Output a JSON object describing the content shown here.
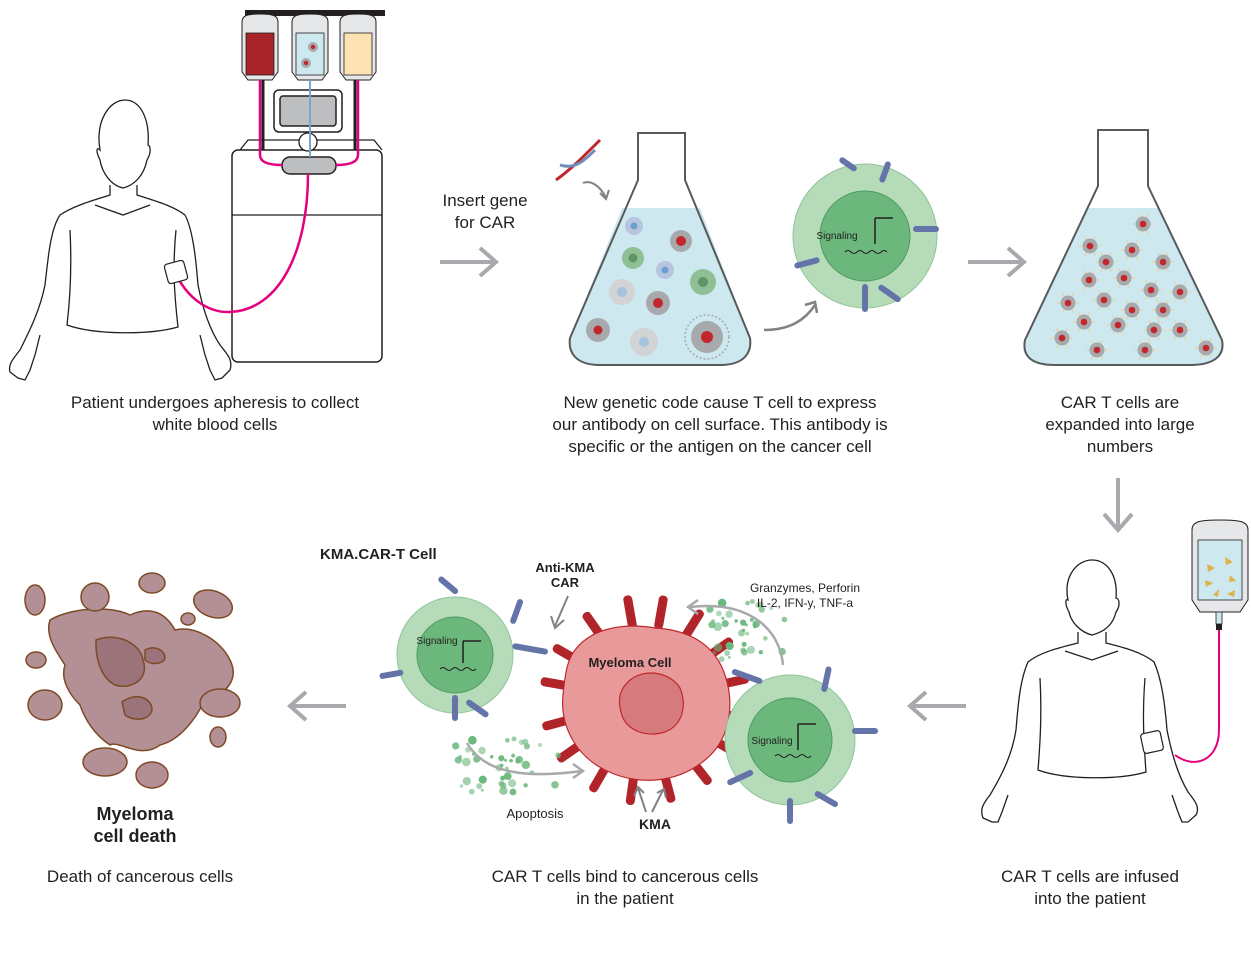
{
  "title": "CAR T-cell therapy process for myeloma",
  "steps": [
    {
      "id": "apheresis",
      "caption": "Patient undergoes apheresis to collect white blood cells"
    },
    {
      "id": "gene-insert",
      "arrow_label_line1": "Insert gene",
      "arrow_label_line2": "for CAR"
    },
    {
      "id": "expression",
      "caption_line1": "New genetic code cause T cell to express",
      "caption_line2": "our antibody on cell surface. This antibody is",
      "caption_line3": "specific or the antigen on the cancer cell"
    },
    {
      "id": "expansion",
      "caption_line1": "CAR T cells are",
      "caption_line2": "expanded into large",
      "caption_line3": "numbers"
    },
    {
      "id": "infusion",
      "caption_line1": "CAR T cells are infused",
      "caption_line2": "into the patient"
    },
    {
      "id": "binding",
      "caption_line1": "CAR T cells bind to cancerous cells",
      "caption_line2": "in the patient"
    },
    {
      "id": "death",
      "title_line1": "Myeloma",
      "title_line2": "cell death",
      "caption": "Death of cancerous cells"
    }
  ],
  "labels": {
    "apheresis_line1": "Patient undergoes apheresis to collect",
    "apheresis_line2": "white blood cells",
    "signaling": "Signaling",
    "kma_cart_cell": "KMA.CAR-T Cell",
    "anti_kma_line1": "Anti-KMA",
    "anti_kma_line2": "CAR",
    "myeloma_cell": "Myeloma Cell",
    "cytokines_line1": "Granzymes, Perforin",
    "cytokines_line2": "IL-2, IFN-y, TNF-a",
    "apoptosis": "Apoptosis",
    "kma": "KMA"
  },
  "colors": {
    "blood_bag": "#a82428",
    "plasma_bag": "#fde3b4",
    "cell_bag": "#cde8ef",
    "tubing": "#e5007e",
    "tcell_outer": "#b5dbb9",
    "tcell_inner": "#6bb77c",
    "car_receptor": "#6474a8",
    "myeloma_body": "#e89a9a",
    "myeloma_nucleus": "#d77a7d",
    "kma_antigen": "#b0242a",
    "dead_cell": "#b38f96",
    "dead_cell_outline": "#7e4a25",
    "flow_arrow": "#a7a9ac",
    "flask_liquid": "#cde8ef"
  }
}
